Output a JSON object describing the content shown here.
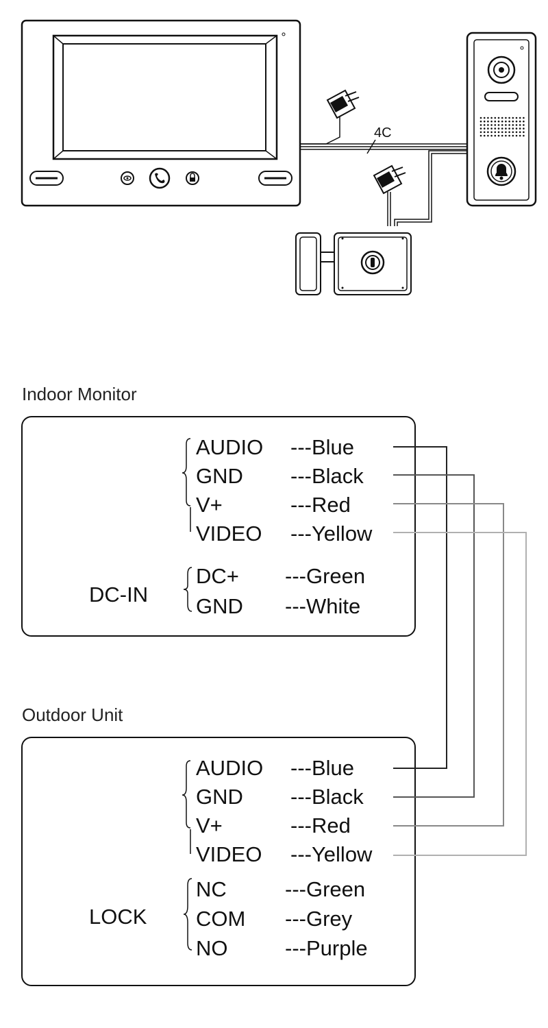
{
  "cable_label": "4C",
  "indoor": {
    "title": "Indoor Monitor",
    "signal_pins": [
      {
        "name": "AUDIO",
        "wire": "---Blue"
      },
      {
        "name": "GND",
        "wire": "---Black"
      },
      {
        "name": "V+",
        "wire": "---Red"
      },
      {
        "name": "VIDEO",
        "wire": "---Yellow"
      }
    ],
    "power_label": "DC-IN",
    "power_pins": [
      {
        "name": "DC+",
        "wire": "---Green"
      },
      {
        "name": "GND",
        "wire": "---White"
      }
    ]
  },
  "outdoor": {
    "title": "Outdoor Unit",
    "signal_pins": [
      {
        "name": "AUDIO",
        "wire": "---Blue"
      },
      {
        "name": "GND",
        "wire": "---Black"
      },
      {
        "name": "V+",
        "wire": "---Red"
      },
      {
        "name": "VIDEO",
        "wire": "---Yellow"
      }
    ],
    "lock_label": "LOCK",
    "lock_pins": [
      {
        "name": "NC",
        "wire": "---Green"
      },
      {
        "name": "COM",
        "wire": "---Grey"
      },
      {
        "name": "NO",
        "wire": "---Purple"
      }
    ]
  },
  "connection_line_colors": [
    "#222222",
    "#555555",
    "#888888",
    "#b0b0b0"
  ]
}
